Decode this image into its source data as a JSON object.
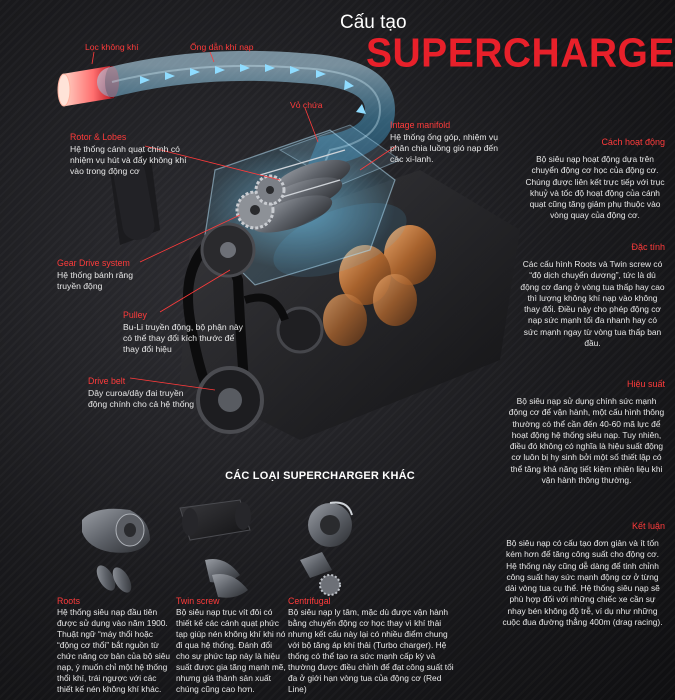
{
  "header": {
    "small_title": "Cấu tạo",
    "big_title": "SUPERCHARGER"
  },
  "callouts": {
    "air_intake": "Lọc không khí",
    "intake_pipe": "Ống dẫn khí nạp",
    "cap": "Vỏ chứa"
  },
  "parts": [
    {
      "title": "Rotor & Lobes",
      "text": "Hệ thống cánh quạt chính có nhiệm vụ hút và đẩy không khí vào trong động cơ"
    },
    {
      "title": "Intage manifold",
      "text": "Hệ thống ống góp, nhiệm vụ phân chia luồng gió nạp đến các xi-lanh."
    },
    {
      "title": "Gear Drive system",
      "text": "Hệ thống bánh răng truyền động"
    },
    {
      "title": "Pulley",
      "text": "Bu-Li truyền động, bộ phận này có thể thay đổi kích thước để thay đổi hiệu"
    },
    {
      "title": "Drive belt",
      "text": "Dây curoa/dây đai truyền động chính cho cả hệ thống"
    }
  ],
  "sidebar": [
    {
      "title": "Cách hoạt động",
      "text": "Bộ siêu nạp hoạt động dựa trên chuyển động cơ học của động cơ. Chúng được liên kết trực tiếp với trục khuỷ và tốc độ hoạt động của cánh quạt cũng tăng giảm phụ thuộc vào vòng quay của động cơ."
    },
    {
      "title": "Đặc tính",
      "text": "Các cấu hình Roots và Twin screw có “độ dịch chuyển dương”, tức là dù động cơ đang ở vòng tua thấp hay cao thì lượng không khí nạp vào không thay đổi. Điều này cho phép động cơ nạp sức mạnh tối đa nhanh hay có sức mạnh ngay từ vòng tua thấp ban đầu."
    },
    {
      "title": "Hiệu suất",
      "text": "Bộ siêu nạp sử dụng chính sức mạnh động cơ để vận hành, một cấu hình thông thường có thể cần đến 40-60 mã lực để hoạt động hệ thống siêu nạp. Tuy nhiên, điều đó không có nghĩa là hiệu suất động cơ luôn bị hy sinh bởi một số thiết lập có thể tăng khả năng tiết kiệm nhiên liệu khi vận hành thông thường."
    },
    {
      "title": "Kết luận",
      "text": "Bộ siêu nạp có cấu tạo đơn giản và ít tốn kém hơn để tăng công suất cho động cơ. Hệ thống này cũng dễ dàng để tinh chỉnh công suất hay sức mạnh động cơ ở từng dải vòng tua cụ thể. Hệ thống siêu nạp sẽ phù hợp đối với những chiếc xe cần sự nhạy bén không độ trễ, ví dụ như những cuộc đua đường thẳng 400m (drag racing)."
    }
  ],
  "types": {
    "title": "CÁC LOẠI SUPERCHARGER KHÁC",
    "items": [
      {
        "title": "Roots",
        "text": "Hệ thống siêu nạp đầu tiên được sử dụng vào năm 1900. Thuật ngữ “máy thổi hoặc “động cơ thổi” bắt nguồn từ chức năng cơ bản của bộ siêu nạp, ý muốn chỉ một hệ thống thổi khí, trái ngược với các thiết kế nén không khí khác."
      },
      {
        "title": "Twin screw",
        "text": "Bộ siêu nạp trục vít đôi có thiết kế các cánh quạt phức tạp giúp nén không khí khi nó đi qua hệ thống. Đánh đổi cho sự phức tạp này là hiệu suất được gia tăng mạnh mẽ, nhưng giá thành sản xuất chúng cũng cao hơn."
      },
      {
        "title": "Centrifugal",
        "text": "Bộ siêu nạp ly tâm, mặc dù được vận hành bằng chuyển động cơ học thay vì khí thải nhưng kết cấu này lại có nhiều điểm chung với bộ tăng áp khí thải (Turbo charger). Hệ thống có thể tạo ra sức mạnh cấp kỳ và thường được điều chỉnh để đạt công suất tối đa ở giới hạn vòng tua của động cơ (Red Line)"
      }
    ]
  },
  "colors": {
    "accent": "#e8202a",
    "label_red": "#ff3b3b",
    "air_blue": "#6fd0ff",
    "background": "#1a1a1d"
  }
}
